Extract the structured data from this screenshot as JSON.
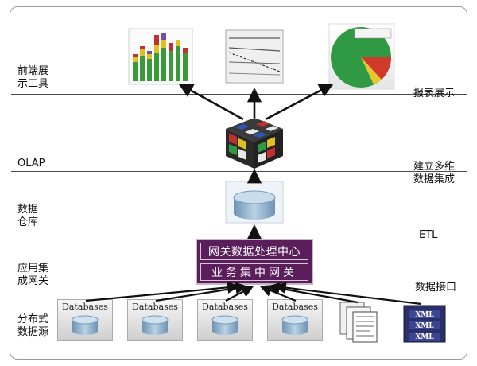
{
  "layers": {
    "left": [
      {
        "id": "frontend",
        "label": "前端展\n示工具"
      },
      {
        "id": "olap",
        "label": "OLAP"
      },
      {
        "id": "warehouse",
        "label": "数据\n仓库"
      },
      {
        "id": "gateway",
        "label": "应用集\n成网关"
      },
      {
        "id": "sources",
        "label": "分布式\n数据源"
      }
    ],
    "right": [
      {
        "id": "report",
        "label": "报表展示"
      },
      {
        "id": "integration",
        "label": "建立多维\n数据集成"
      },
      {
        "id": "etl",
        "label": "ETL"
      },
      {
        "id": "interface",
        "label": "数据接口"
      }
    ]
  },
  "gateway": {
    "top_label": "网关数据处理中心",
    "bottom_label": "业务集中网关"
  },
  "sources": {
    "database_label": "Databases",
    "xml_label": "XML"
  },
  "colors": {
    "gateway_fill": "#5a1f5a",
    "cylinder": "#8fb3cf",
    "line": "#4a4a4a"
  },
  "icons": [
    "bar-chart-icon",
    "line-chart-icon",
    "pie-chart-icon",
    "rubiks-cube-icon",
    "warehouse-cylinder-icon",
    "database-icon",
    "documents-icon",
    "xml-icon"
  ]
}
